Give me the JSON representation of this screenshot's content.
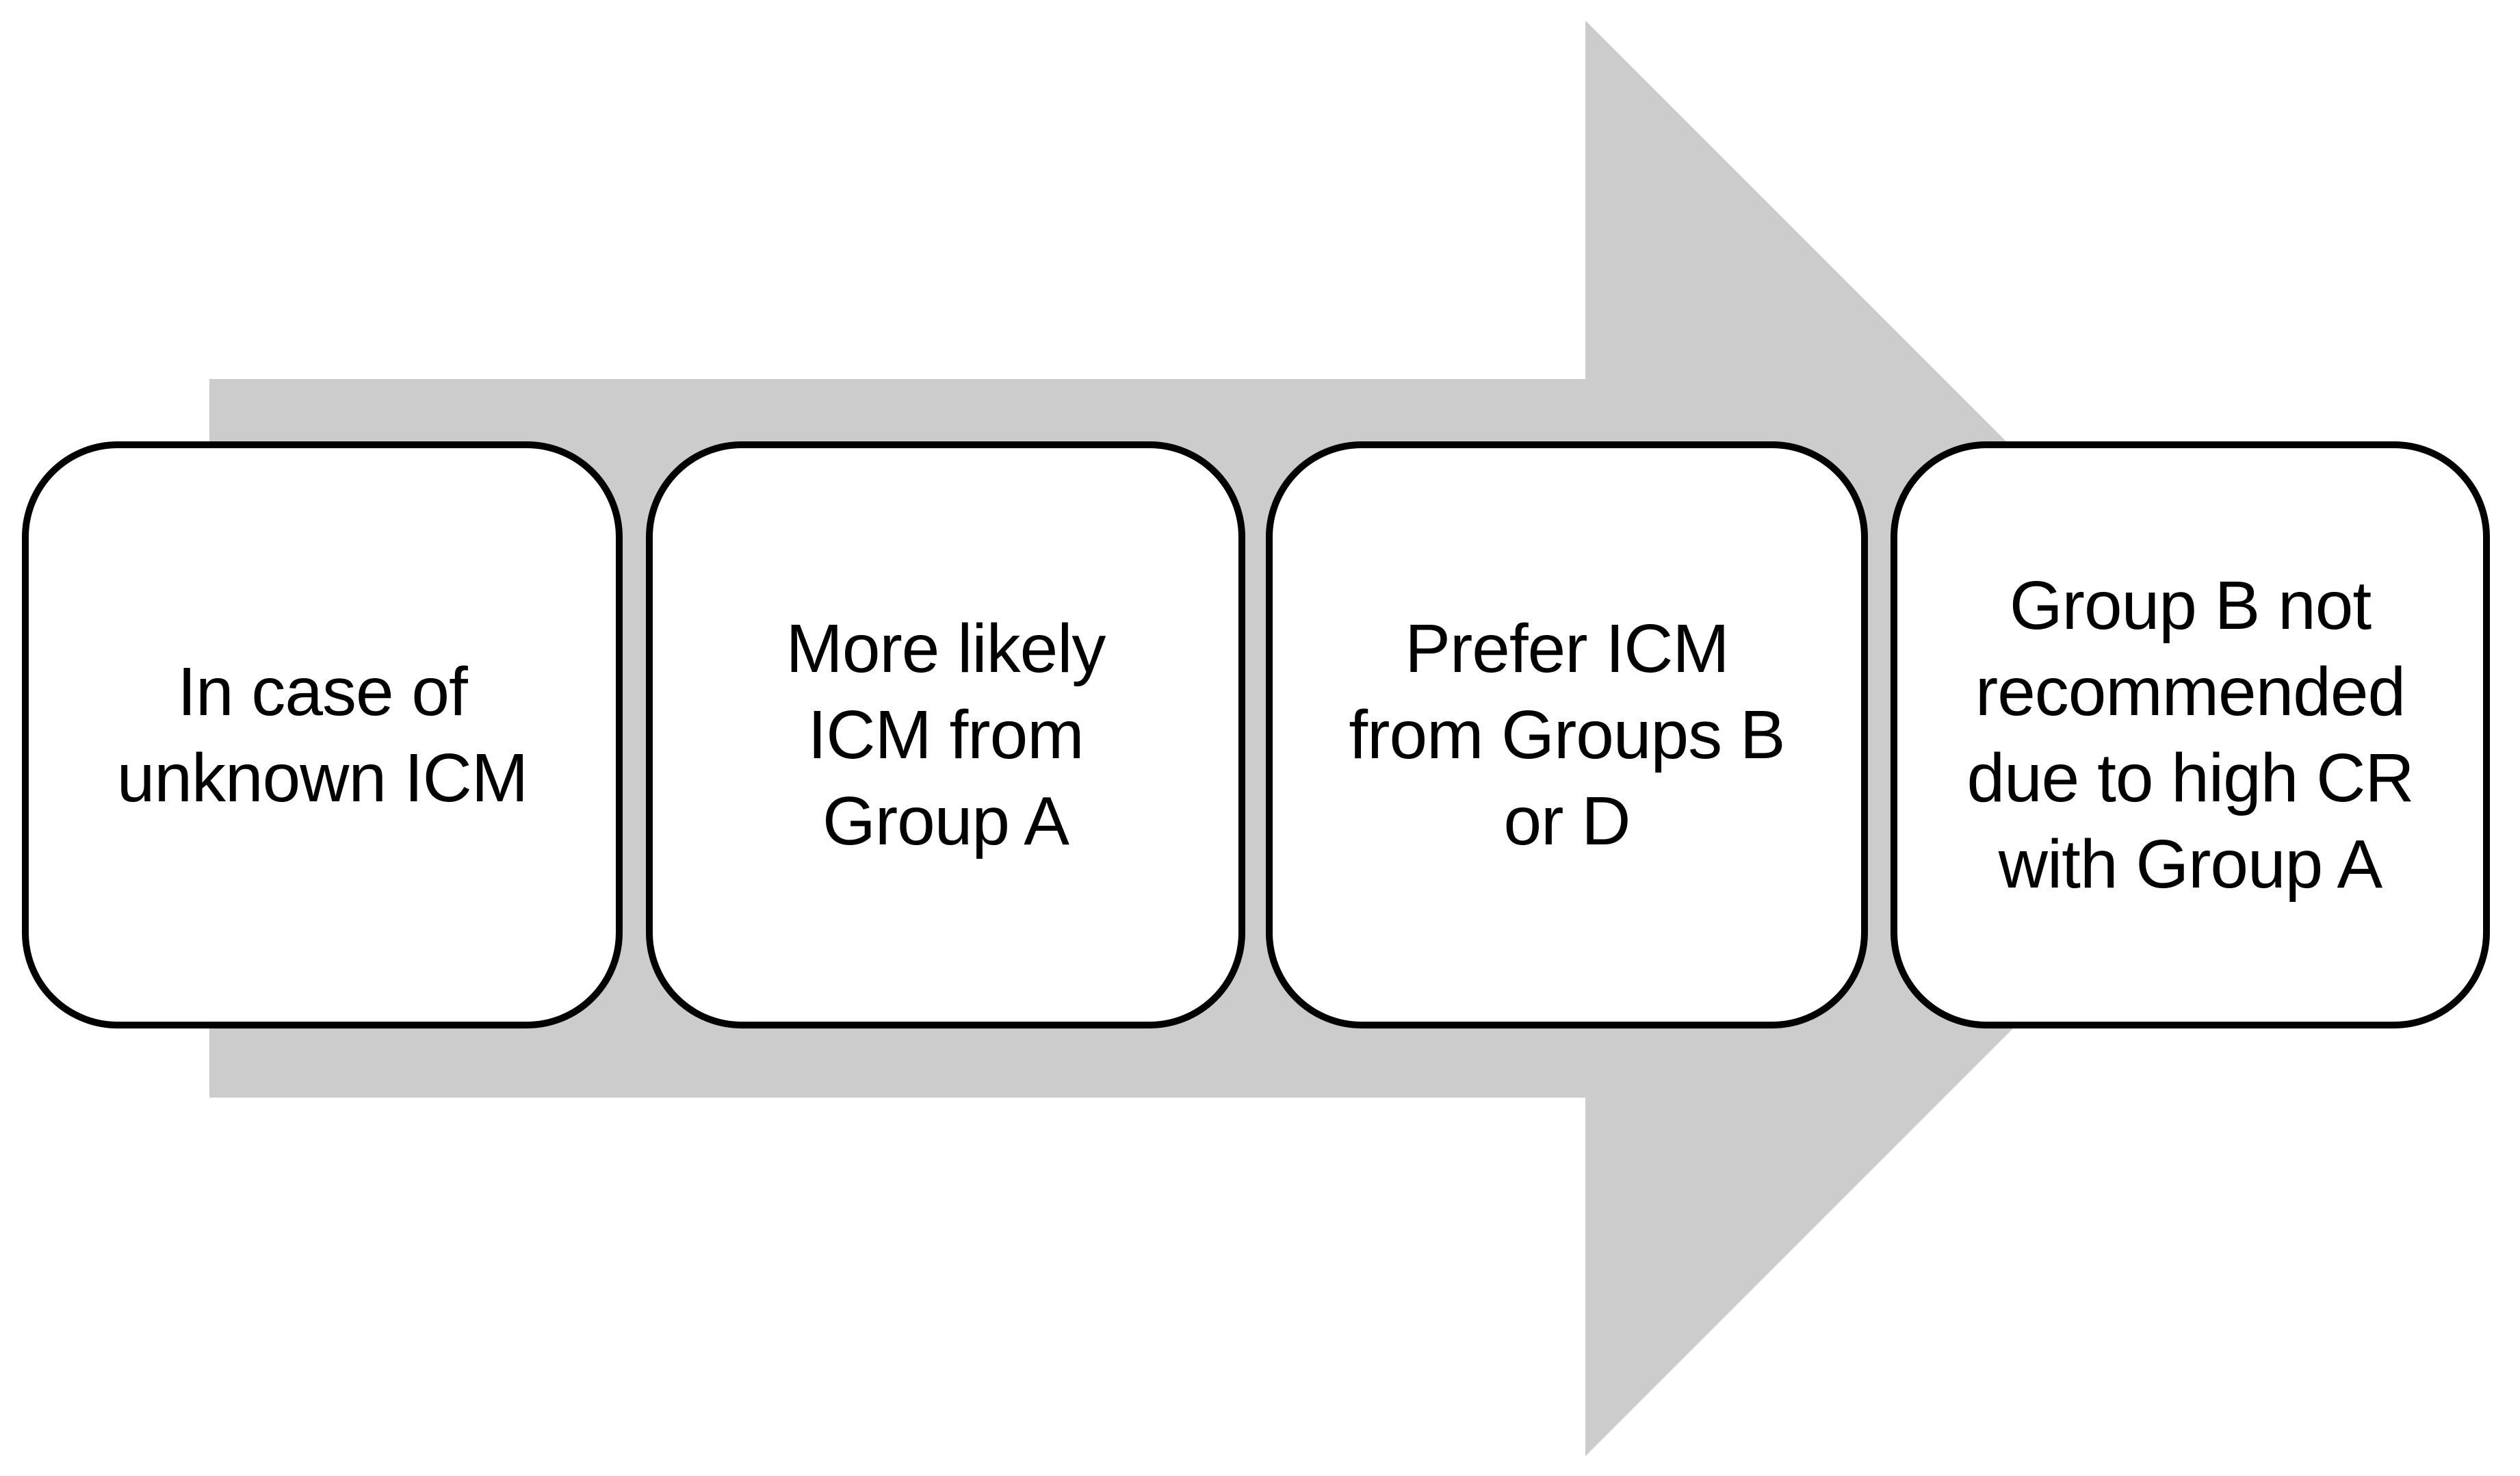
{
  "figure": {
    "type": "process-flow-diagram",
    "background_color": "#ffffff",
    "arrow": {
      "direction": "right",
      "color": "#cccccc"
    },
    "box_style": {
      "fill": "#ffffff",
      "border_color": "#000000"
    },
    "steps": [
      {
        "label": "In case of unknown ICM",
        "lines": [
          "In case of",
          "unknown ICM"
        ]
      },
      {
        "label": "More likely ICM from Group A",
        "lines": [
          "More likely",
          "ICM from",
          "Group A"
        ]
      },
      {
        "label": "Prefer ICM from Groups B or D",
        "lines": [
          "Prefer ICM",
          "from Groups B",
          "or D"
        ]
      },
      {
        "label": "Group B not recommended due to high CR with Group A",
        "lines": [
          "Group B not",
          "recommended",
          "due to high CR",
          "with Group A"
        ]
      }
    ]
  }
}
